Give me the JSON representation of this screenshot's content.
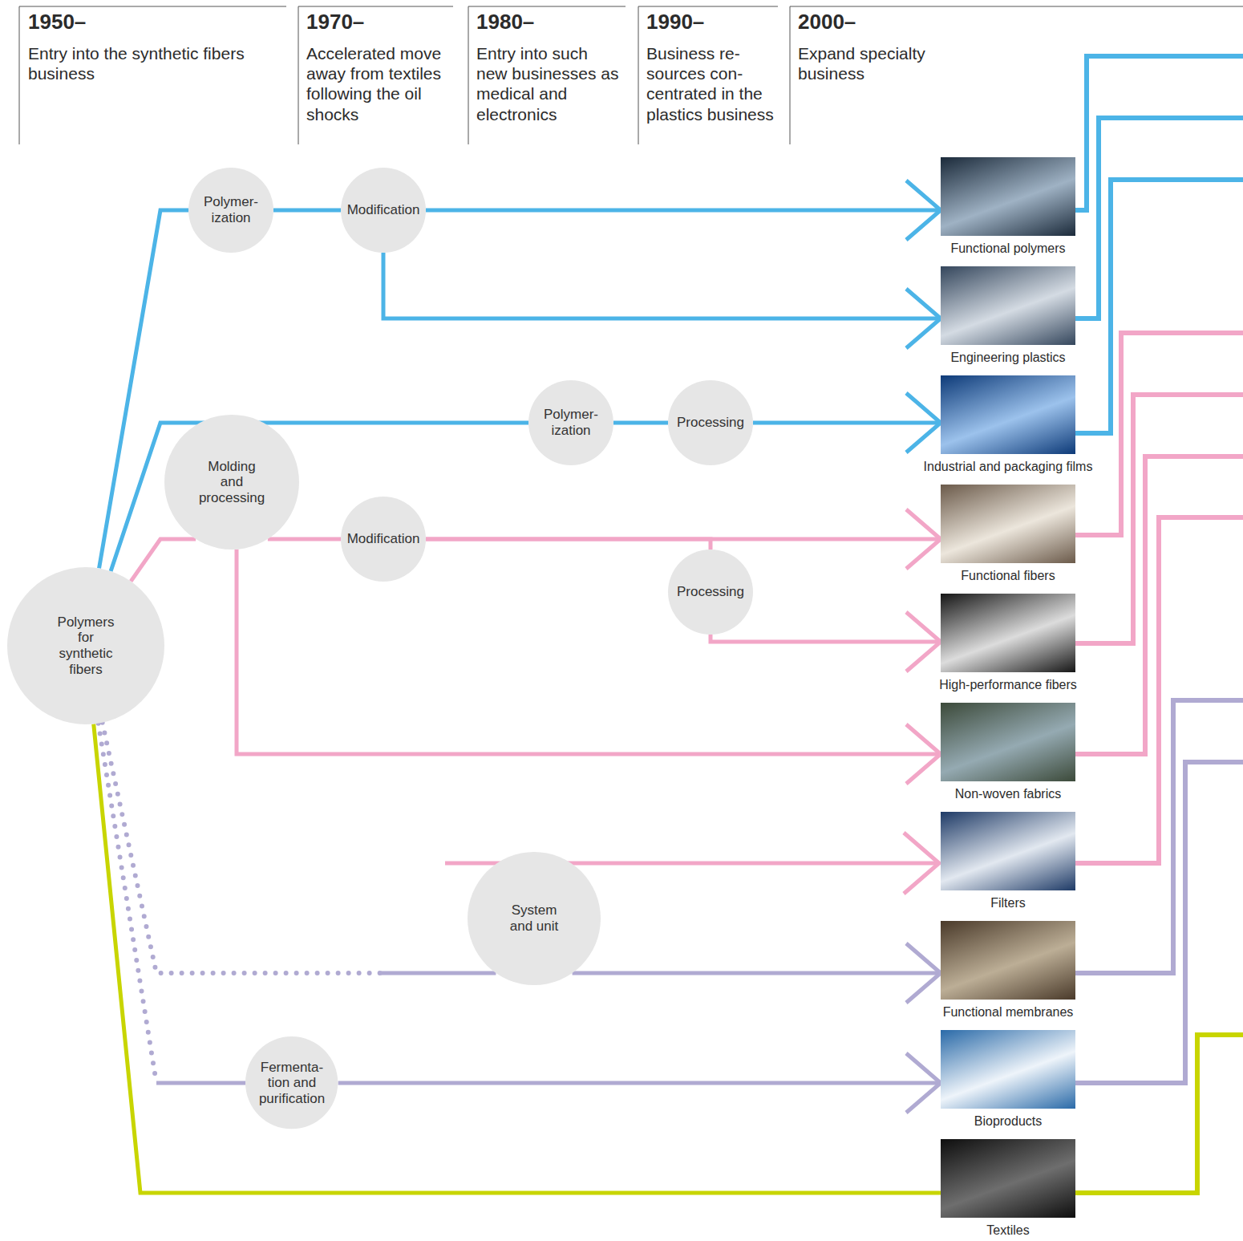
{
  "diagram": {
    "nodes": [
      {
        "text": [
          "Polymers for synthetic fibers"
        ]
      },
      {
        "text": [
          "Polymer- ization"
        ]
      },
      {
        "text": [
          "Modification"
        ]
      },
      {
        "text": [
          "Molding and processing"
        ]
      },
      {
        "text": [
          "Polymer- ization"
        ]
      },
      {
        "text": [
          "Processing"
        ]
      },
      {
        "text": [
          "Modification"
        ]
      },
      {
        "text": [
          "Processing"
        ]
      },
      {
        "text": [
          "System and unit"
        ]
      },
      {
        "text": [
          "Fermenta- tion and purification"
        ]
      },
      {
        "text": [
          "Functional polymers"
        ]
      },
      {
        "text": [
          "Engineering plastics"
        ]
      },
      {
        "text": [
          "Industrial and packaging films"
        ]
      },
      {
        "text": [
          "Functional fibers"
        ]
      },
      {
        "text": [
          "High-performance fibers"
        ]
      },
      {
        "text": [
          "Non-woven fabrics"
        ]
      },
      {
        "text": [
          "Filters"
        ]
      },
      {
        "text": [
          "Functional membranes"
        ]
      },
      {
        "text": [
          "Bioproducts"
        ]
      },
      {
        "text": [
          "Textiles"
        ]
      }
    ],
    "edges": [
      {
        "from": 0,
        "to": 1,
        "arrow": "none"
      },
      {
        "from": 1,
        "to": 2,
        "arrow": "none"
      },
      {
        "from": 2,
        "to": 10,
        "arrow": "to"
      },
      {
        "from": 2,
        "to": 11,
        "arrow": "to"
      },
      {
        "from": 0,
        "to": 4,
        "arrow": "none"
      },
      {
        "from": 4,
        "to": 5,
        "arrow": "none"
      },
      {
        "from": 5,
        "to": 12,
        "arrow": "to"
      },
      {
        "from": 0,
        "to": 3,
        "arrow": "none"
      },
      {
        "from": 3,
        "to": 6,
        "arrow": "none"
      },
      {
        "from": 6,
        "to": 13,
        "arrow": "to"
      },
      {
        "from": 6,
        "to": 7,
        "arrow": "none"
      },
      {
        "from": 7,
        "to": 14,
        "arrow": "to"
      },
      {
        "from": 3,
        "to": 15,
        "arrow": "to"
      },
      {
        "from": 0,
        "to": 8,
        "arrow": "none"
      },
      {
        "from": 8,
        "to": 17,
        "arrow": "to"
      },
      {
        "from": 0,
        "to": 9,
        "arrow": "none"
      },
      {
        "from": 9,
        "to": 18,
        "arrow": "to"
      },
      {
        "from": 0,
        "to": 19,
        "arrow": "none"
      }
    ],
    "labels": [
      "1950–",
      "Entry into the synthetic fibers business",
      "1970–",
      "Accelerated move away from textiles following the oil shocks",
      "1980–",
      "Entry into such new businesses as medical and electronics",
      "1990–",
      "Business re- sources con- centrated in the plastics business",
      "2000–",
      "Expand specialty business"
    ]
  }
}
